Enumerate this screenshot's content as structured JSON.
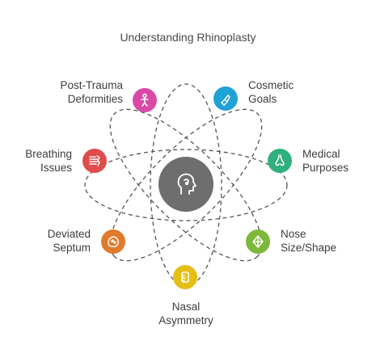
{
  "title": "Understanding Rhinoplasty",
  "center": {
    "icon": "head-profile-icon",
    "color": "#6e6e6e"
  },
  "items": [
    {
      "id": "post-trauma",
      "lines": [
        "Post-Trauma",
        "Deformities"
      ],
      "icon": "person-icon",
      "color": "#d84aa6"
    },
    {
      "id": "cosmetic",
      "lines": [
        "Cosmetic",
        "Goals"
      ],
      "icon": "lipstick-icon",
      "color": "#1fa2d6"
    },
    {
      "id": "breathing",
      "lines": [
        "Breathing",
        "Issues"
      ],
      "icon": "lungs-icon",
      "color": "#e04b4b"
    },
    {
      "id": "medical",
      "lines": [
        "Medical",
        "Purposes"
      ],
      "icon": "nose-icon",
      "color": "#2fb07d"
    },
    {
      "id": "deviated",
      "lines": [
        "Deviated",
        "Septum"
      ],
      "icon": "face-icon",
      "color": "#e07a2c"
    },
    {
      "id": "nose-size",
      "lines": [
        "Nose",
        "Size/Shape"
      ],
      "icon": "diamond-icon",
      "color": "#7db83a"
    },
    {
      "id": "nasal",
      "lines": [
        "Nasal",
        "Asymmetry"
      ],
      "icon": "ruler-icon",
      "color": "#e6bf16"
    }
  ]
}
